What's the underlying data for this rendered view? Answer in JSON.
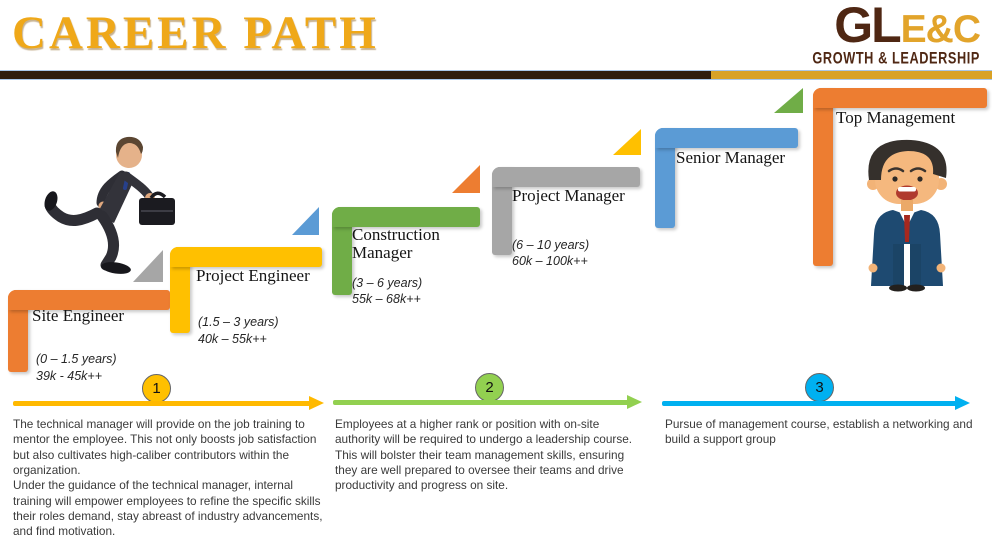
{
  "header": {
    "title": "CAREER PATH",
    "logo": {
      "gl": "GL",
      "ec": "E&C",
      "tagline": "GROWTH & LEADERSHIP"
    },
    "bar_colors": {
      "brown": "#2F1D0E",
      "gold": "#D9A226"
    }
  },
  "steps": [
    {
      "title": "Site Engineer",
      "years": "(0 – 1.5 years)",
      "salary": "39k - 45k++",
      "color": "#ED7D31"
    },
    {
      "title": "Project Engineer",
      "years": "(1.5 – 3 years)",
      "salary": "40k – 55k++",
      "color": "#FFC000"
    },
    {
      "title": "Construction Manager",
      "years": "(3 – 6 years)",
      "salary": "55k – 68k++",
      "color": "#70AD47"
    },
    {
      "title": "Project Manager",
      "years": "(6 – 10 years)",
      "salary": "60k – 100k++",
      "color": "#A6A6A6"
    },
    {
      "title": "Senior Manager",
      "color": "#5B9BD5"
    },
    {
      "title": "Top Management",
      "color": "#ED7D31"
    }
  ],
  "triangles": [
    {
      "color": "#A6A6A6"
    },
    {
      "color": "#5B9BD5"
    },
    {
      "color": "#ED7D31"
    },
    {
      "color": "#FFC000"
    },
    {
      "color": "#70AD47"
    }
  ],
  "phases": [
    {
      "number": "1",
      "circle_color": "#FFC000",
      "arrow_color": "#FFB900",
      "paragraphs": [
        "The technical manager will provide on the job training to mentor the employee. This not only boosts job satisfaction but also cultivates high-caliber contributors within the organization.",
        "Under the guidance of the technical manager, internal training will empower employees to refine the specific skills their roles demand, stay abreast of industry advancements, and find motivation."
      ]
    },
    {
      "number": "2",
      "circle_color": "#92D050",
      "arrow_color": "#92D050",
      "paragraphs": [
        "Employees at a higher rank or position with on-site authority will be required to undergo a leadership course. This will bolster their team management skills, ensuring they are well prepared to oversee their teams and drive productivity and progress on site."
      ]
    },
    {
      "number": "3",
      "circle_color": "#00B0F0",
      "arrow_color": "#00B0F0",
      "paragraphs": [
        "Pursue of management course, establish a networking and build a support group"
      ]
    }
  ]
}
